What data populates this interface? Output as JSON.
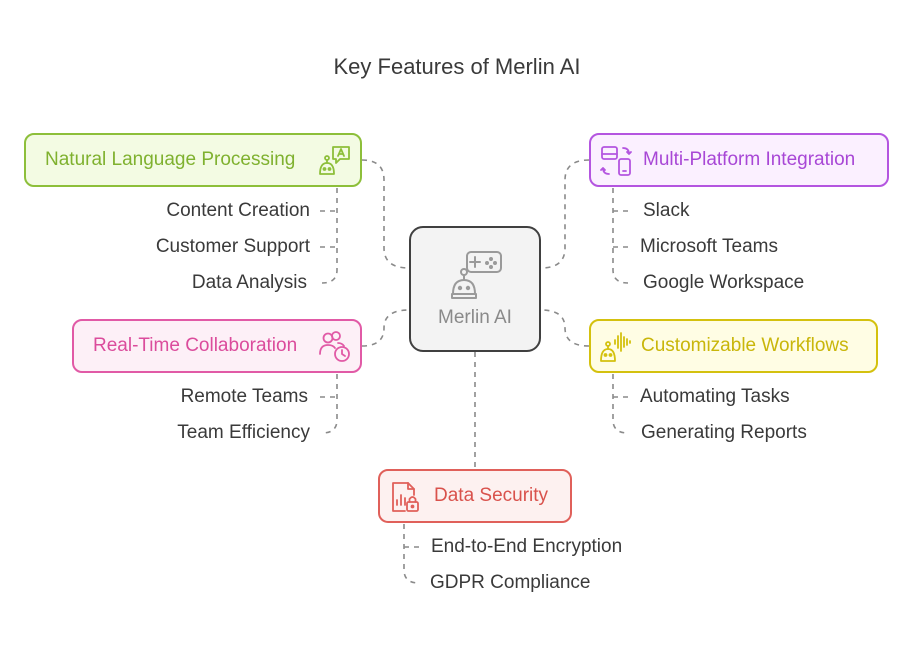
{
  "title": "Key Features of Merlin AI",
  "center": {
    "label": "Merlin AI",
    "icon": "robot-controller-icon"
  },
  "features": {
    "nlp": {
      "label": "Natural Language Processing",
      "icon": "robot-chat-icon",
      "color": "#8dbf3a",
      "fill": "#f3fbe3",
      "items": [
        "Content Creation",
        "Customer Support",
        "Data Analysis"
      ]
    },
    "multi": {
      "label": "Multi-Platform Integration",
      "icon": "devices-sync-icon",
      "color": "#b455e0",
      "fill": "#fbf0ff",
      "items": [
        "Slack",
        "Microsoft Teams",
        "Google Workspace"
      ]
    },
    "realtime": {
      "label": "Real-Time Collaboration",
      "icon": "users-clock-icon",
      "color": "#e15aa6",
      "fill": "#fdf0f7",
      "items": [
        "Remote Teams",
        "Team Efficiency"
      ]
    },
    "workflows": {
      "label": "Customizable Workflows",
      "icon": "robot-soundwave-icon",
      "color": "#d4c10e",
      "fill": "#fffde4",
      "items": [
        "Automating Tasks",
        "Generating Reports"
      ]
    },
    "security": {
      "label": "Data Security",
      "icon": "file-lock-icon",
      "color": "#e0605a",
      "fill": "#fdf1f0",
      "items": [
        "End-to-End Encryption",
        "GDPR Compliance"
      ]
    }
  }
}
